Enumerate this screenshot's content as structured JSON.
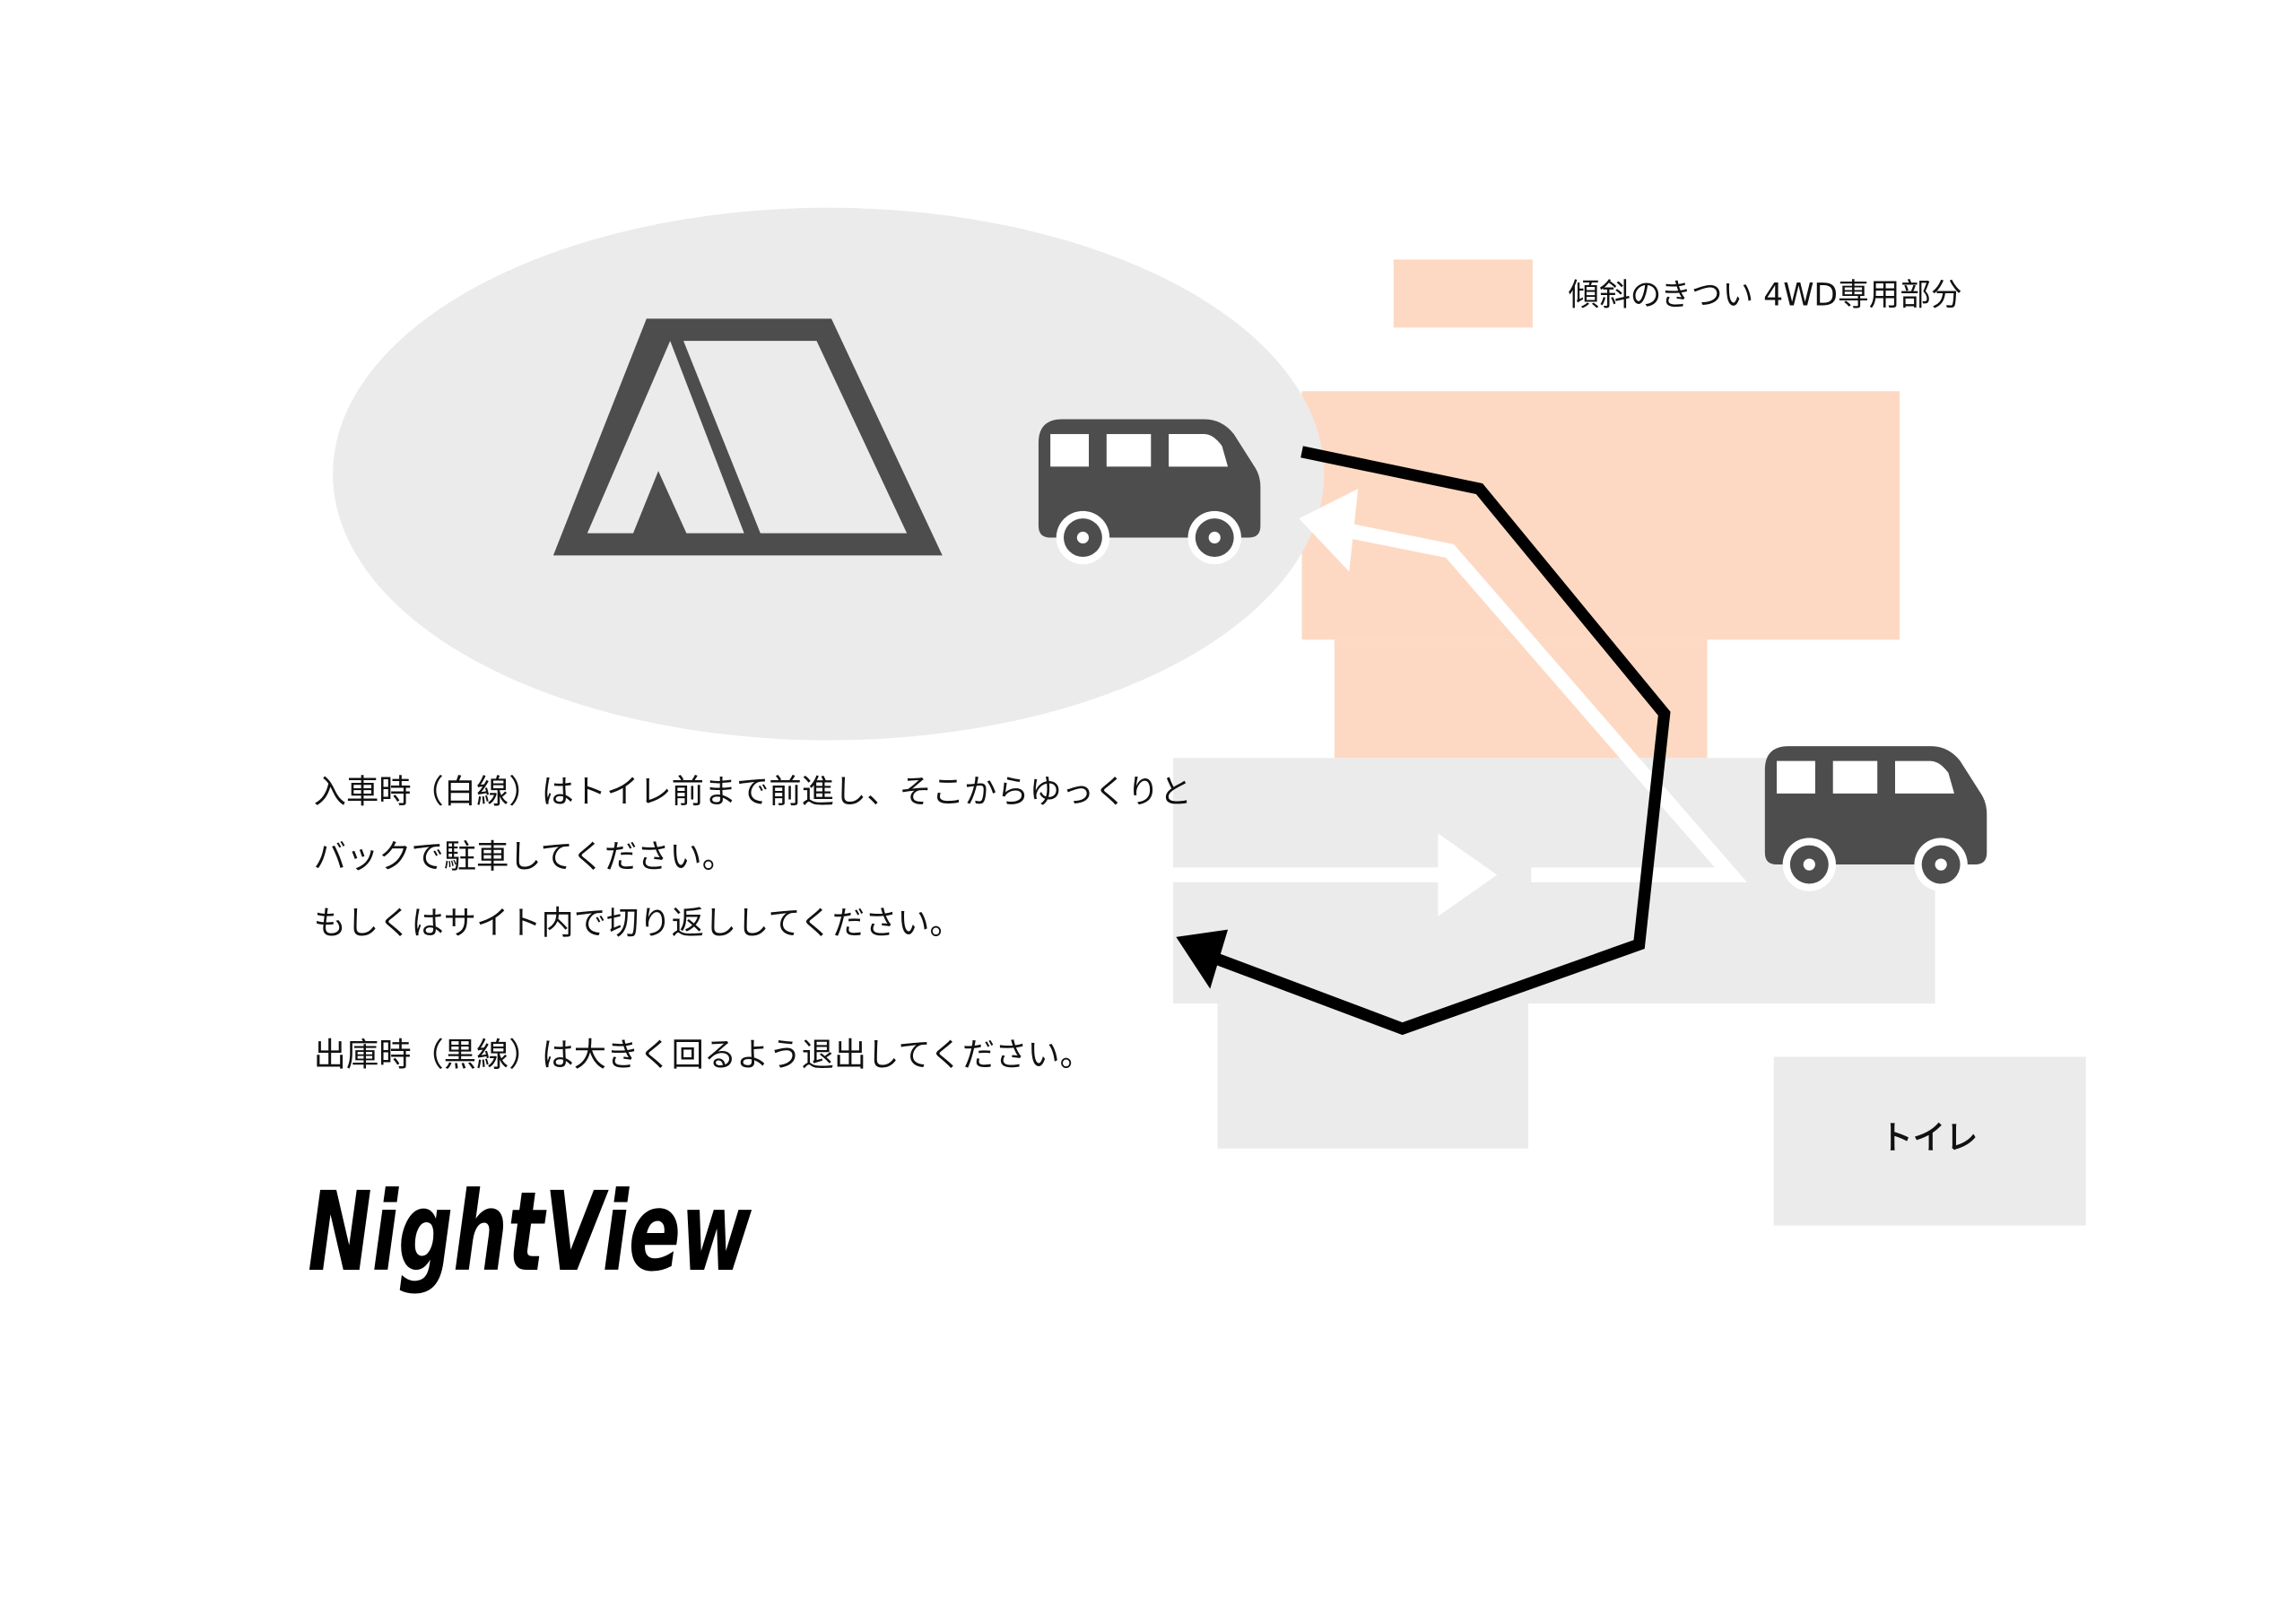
{
  "legend": {
    "label": "傾斜のきつい 4WD専用部分",
    "color": "#fdd9c3"
  },
  "instructions": {
    "line1": "入車時（白線）はトイレ前まで前進し、そこからゆっくりと",
    "line2": "バックで駐車してください。",
    "line3": "もしくはサイト内で切り返ししてください。",
    "line4": "出庫時（黒線）は大きく回るよう退出してください。"
  },
  "toilet_label": "トイレ",
  "logo_text": "NightView",
  "colors": {
    "area_gray": "#ebebeb",
    "slope": "#fdd9c3",
    "icon": "#4d4d4d",
    "exit_line": "#000000",
    "entry_line": "#ffffff"
  }
}
